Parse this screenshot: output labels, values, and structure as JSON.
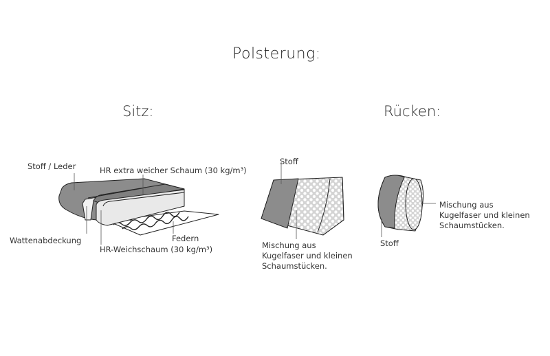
{
  "title": "Polsterung:",
  "sections": {
    "seat": {
      "heading": "Sitz:",
      "labels": {
        "fabric_leather": "Stoff / Leder",
        "hr_extra_soft": "HR extra weicher Schaum (30 kg/m³)",
        "wadding": "Wattenabdeckung",
        "springs": "Federn",
        "hr_soft": "HR-Weichschaum (30 kg/m³)"
      }
    },
    "back": {
      "heading": "Rücken:",
      "cushion1": {
        "fabric": "Stoff",
        "fill_lines": [
          "Mischung aus",
          "Kugelfaser und kleinen",
          "Schaumstücken."
        ]
      },
      "cushion2": {
        "fabric": "Stoff",
        "fill_lines": [
          "Mischung aus",
          "Kugelfaser und kleinen",
          "Schaumstücken."
        ]
      }
    }
  },
  "colors": {
    "fabric": "#8f8f8f",
    "fabric_dark": "#7a7a7a",
    "foam_light": "#e9e9e9",
    "dots_bg": "#d6d6d6",
    "line": "#222222"
  }
}
